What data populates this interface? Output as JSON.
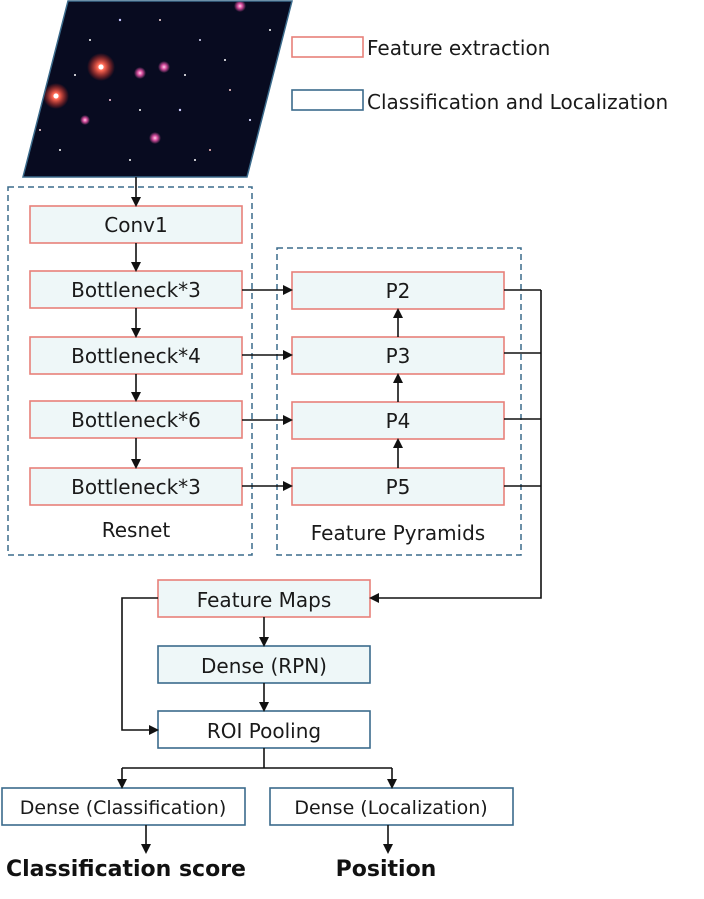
{
  "legend": {
    "feature_extraction": "Feature extraction",
    "classification_localization": "Classification and Localization"
  },
  "colors": {
    "feature_extraction_border": "#e8807a",
    "classification_border": "#3b6b8c",
    "box_fill": "#eef7f8",
    "dashed_border": "#3b6b8c"
  },
  "resnet": {
    "label": "Resnet",
    "blocks": [
      "Conv1",
      "Bottleneck*3",
      "Bottleneck*4",
      "Bottleneck*6",
      "Bottleneck*3"
    ]
  },
  "pyramid": {
    "label": "Feature Pyramids",
    "levels": [
      "P2",
      "P3",
      "P4",
      "P5"
    ]
  },
  "head": {
    "feature_maps": "Feature Maps",
    "rpn": "Dense (RPN)",
    "roi_pooling": "ROI Pooling",
    "dense_classification": "Dense (Classification)",
    "dense_localization": "Dense (Localization)"
  },
  "outputs": {
    "classification": "Classification score",
    "position": "Position"
  },
  "input_image": {
    "icon": "starfield-image"
  }
}
